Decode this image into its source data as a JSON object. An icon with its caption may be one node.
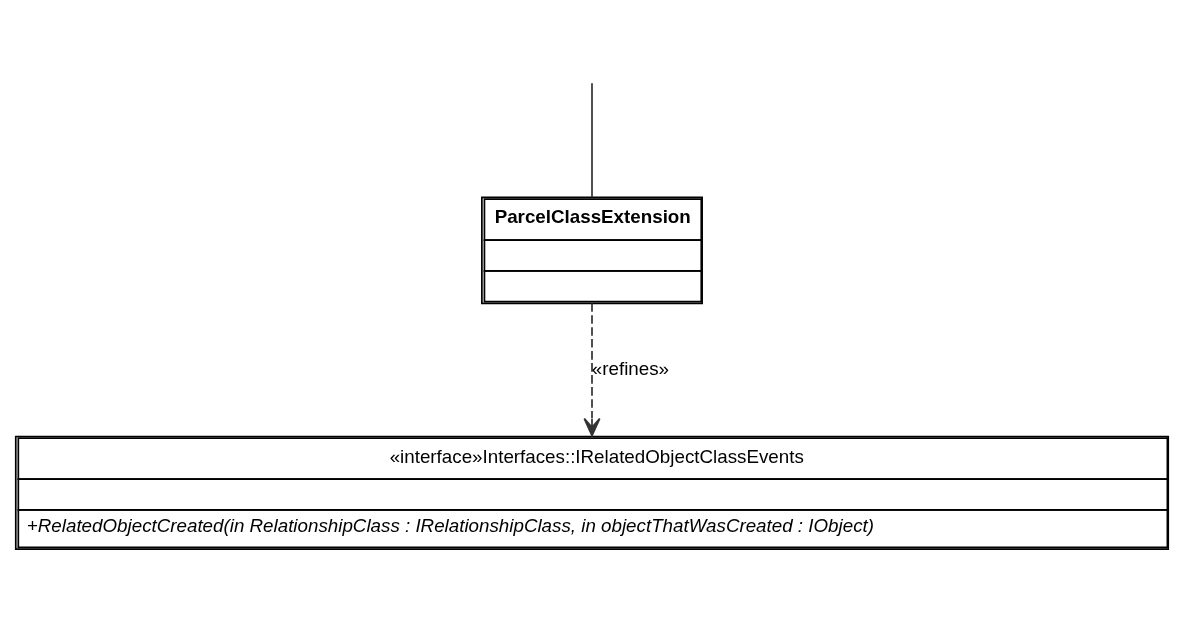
{
  "diagram": {
    "nodes": [
      {
        "text": [
          "ParcelClassExtension"
        ]
      },
      {
        "text": [
          "«interface»Interfaces::IRelatedObjectClassEvents",
          "+RelatedObjectCreated(in RelationshipClass : IRelationshipClass, in objectThatWasCreated : IObject)"
        ]
      }
    ],
    "edges": [
      {
        "from": null,
        "to": 0,
        "arrow": "none"
      },
      {
        "from": 0,
        "to": 1,
        "arrow": "to",
        "label": "«refines»",
        "style": "dashed"
      }
    ]
  }
}
